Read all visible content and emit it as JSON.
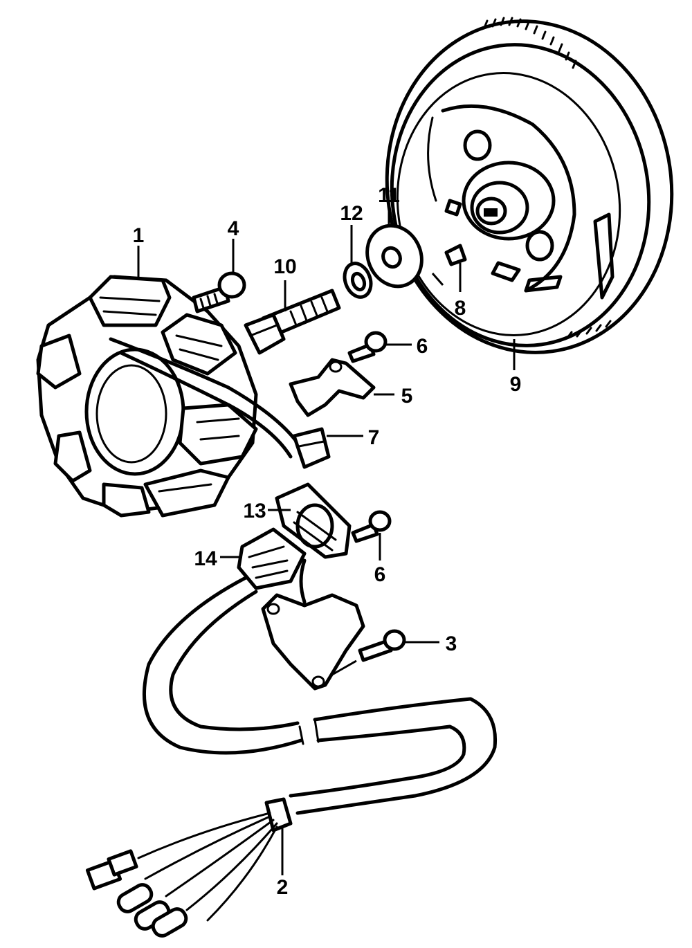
{
  "diagram": {
    "callouts": [
      {
        "id": "c1",
        "label": "1"
      },
      {
        "id": "c2",
        "label": "2"
      },
      {
        "id": "c3",
        "label": "3"
      },
      {
        "id": "c4",
        "label": "4"
      },
      {
        "id": "c5",
        "label": "5"
      },
      {
        "id": "c6a",
        "label": "6"
      },
      {
        "id": "c6b",
        "label": "6"
      },
      {
        "id": "c7",
        "label": "7"
      },
      {
        "id": "c8",
        "label": "8"
      },
      {
        "id": "c9",
        "label": "9"
      },
      {
        "id": "c10",
        "label": "10"
      },
      {
        "id": "c11",
        "label": "11"
      },
      {
        "id": "c12",
        "label": "12"
      },
      {
        "id": "c13",
        "label": "13"
      },
      {
        "id": "c14",
        "label": "14"
      }
    ]
  }
}
